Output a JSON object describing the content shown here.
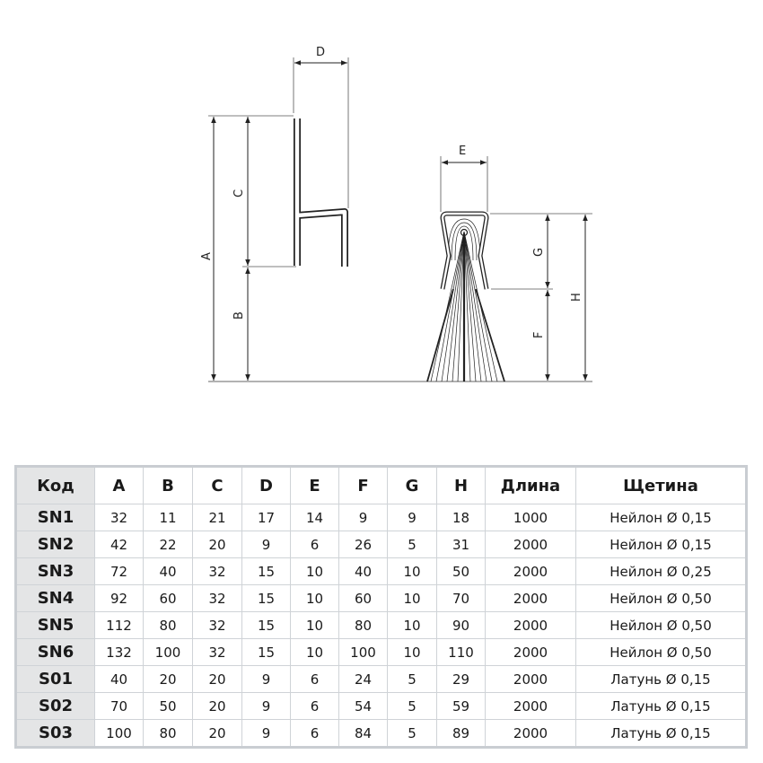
{
  "drawing": {
    "profile_labels": {
      "A": "A",
      "B": "B",
      "C": "C",
      "D": "D"
    },
    "brush_labels": {
      "E": "E",
      "F": "F",
      "G": "G",
      "H": "H"
    }
  },
  "table": {
    "headers": [
      "Код",
      "A",
      "B",
      "C",
      "D",
      "E",
      "F",
      "G",
      "H",
      "Длина",
      "Щетина"
    ],
    "rows": [
      [
        "SN1",
        "32",
        "11",
        "21",
        "17",
        "14",
        "9",
        "9",
        "18",
        "1000",
        "Нейлон Ø 0,15"
      ],
      [
        "SN2",
        "42",
        "22",
        "20",
        "9",
        "6",
        "26",
        "5",
        "31",
        "2000",
        "Нейлон Ø 0,15"
      ],
      [
        "SN3",
        "72",
        "40",
        "32",
        "15",
        "10",
        "40",
        "10",
        "50",
        "2000",
        "Нейлон Ø 0,25"
      ],
      [
        "SN4",
        "92",
        "60",
        "32",
        "15",
        "10",
        "60",
        "10",
        "70",
        "2000",
        "Нейлон Ø 0,50"
      ],
      [
        "SN5",
        "112",
        "80",
        "32",
        "15",
        "10",
        "80",
        "10",
        "90",
        "2000",
        "Нейлон Ø 0,50"
      ],
      [
        "SN6",
        "132",
        "100",
        "32",
        "15",
        "10",
        "100",
        "10",
        "110",
        "2000",
        "Нейлон Ø 0,50"
      ],
      [
        "S01",
        "40",
        "20",
        "20",
        "9",
        "6",
        "24",
        "5",
        "29",
        "2000",
        "Латунь Ø 0,15"
      ],
      [
        "S02",
        "70",
        "50",
        "20",
        "9",
        "6",
        "54",
        "5",
        "59",
        "2000",
        "Латунь Ø 0,15"
      ],
      [
        "S03",
        "100",
        "80",
        "20",
        "9",
        "6",
        "84",
        "5",
        "89",
        "2000",
        "Латунь Ø 0,15"
      ]
    ]
  }
}
